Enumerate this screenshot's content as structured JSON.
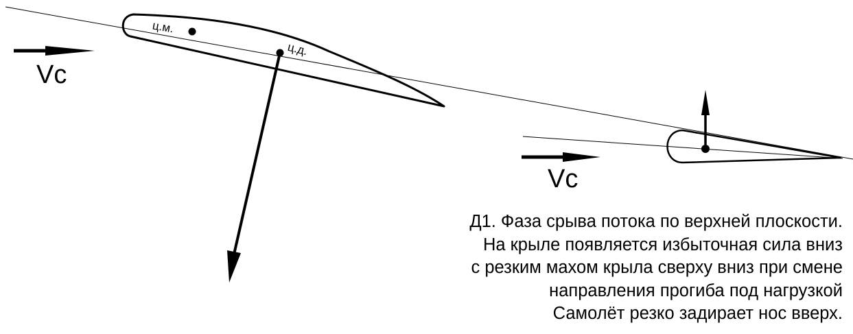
{
  "labels": {
    "velocity_left": "Vc",
    "velocity_right": "Vc",
    "center_of_mass": "ц.м.",
    "center_of_pressure": "ц.д."
  },
  "caption": [
    "Д1. Фаза  срыва потока по верхней плоскости.",
    "На крыле  появляется избыточная  сила вниз",
    "с резким махом крыла сверху вниз при смене",
    "направления прогиба под нагрузкой",
    "Самолёт резко задирает нос вверх."
  ],
  "colors": {
    "ink": "#000000",
    "background": "#ffffff"
  }
}
